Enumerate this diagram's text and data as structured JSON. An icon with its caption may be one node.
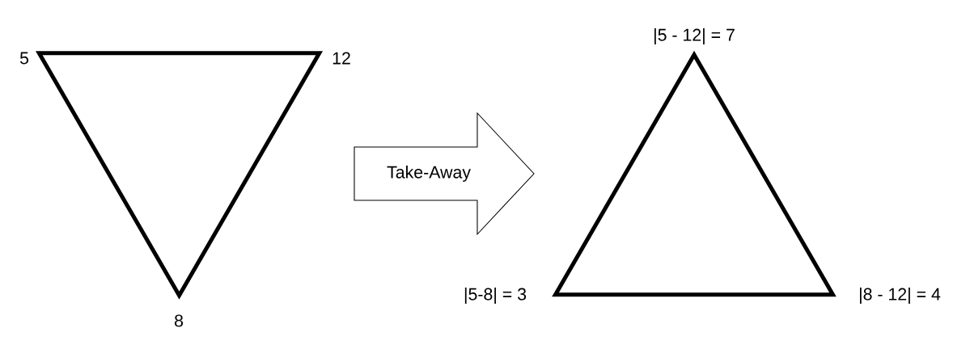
{
  "diagram": {
    "nodes": [
      {
        "text": [],
        "shape": "triangle",
        "beside": [
          "5",
          "12",
          "8"
        ]
      },
      {
        "text": [],
        "shape": "triangle",
        "beside": [
          "|5 - 12| = 7",
          "|5-8| = 3",
          "|8 - 12| = 4"
        ]
      }
    ],
    "edges": [
      {
        "from": 0,
        "to": 1,
        "arrow": "to",
        "label": "Take-Away"
      }
    ]
  }
}
